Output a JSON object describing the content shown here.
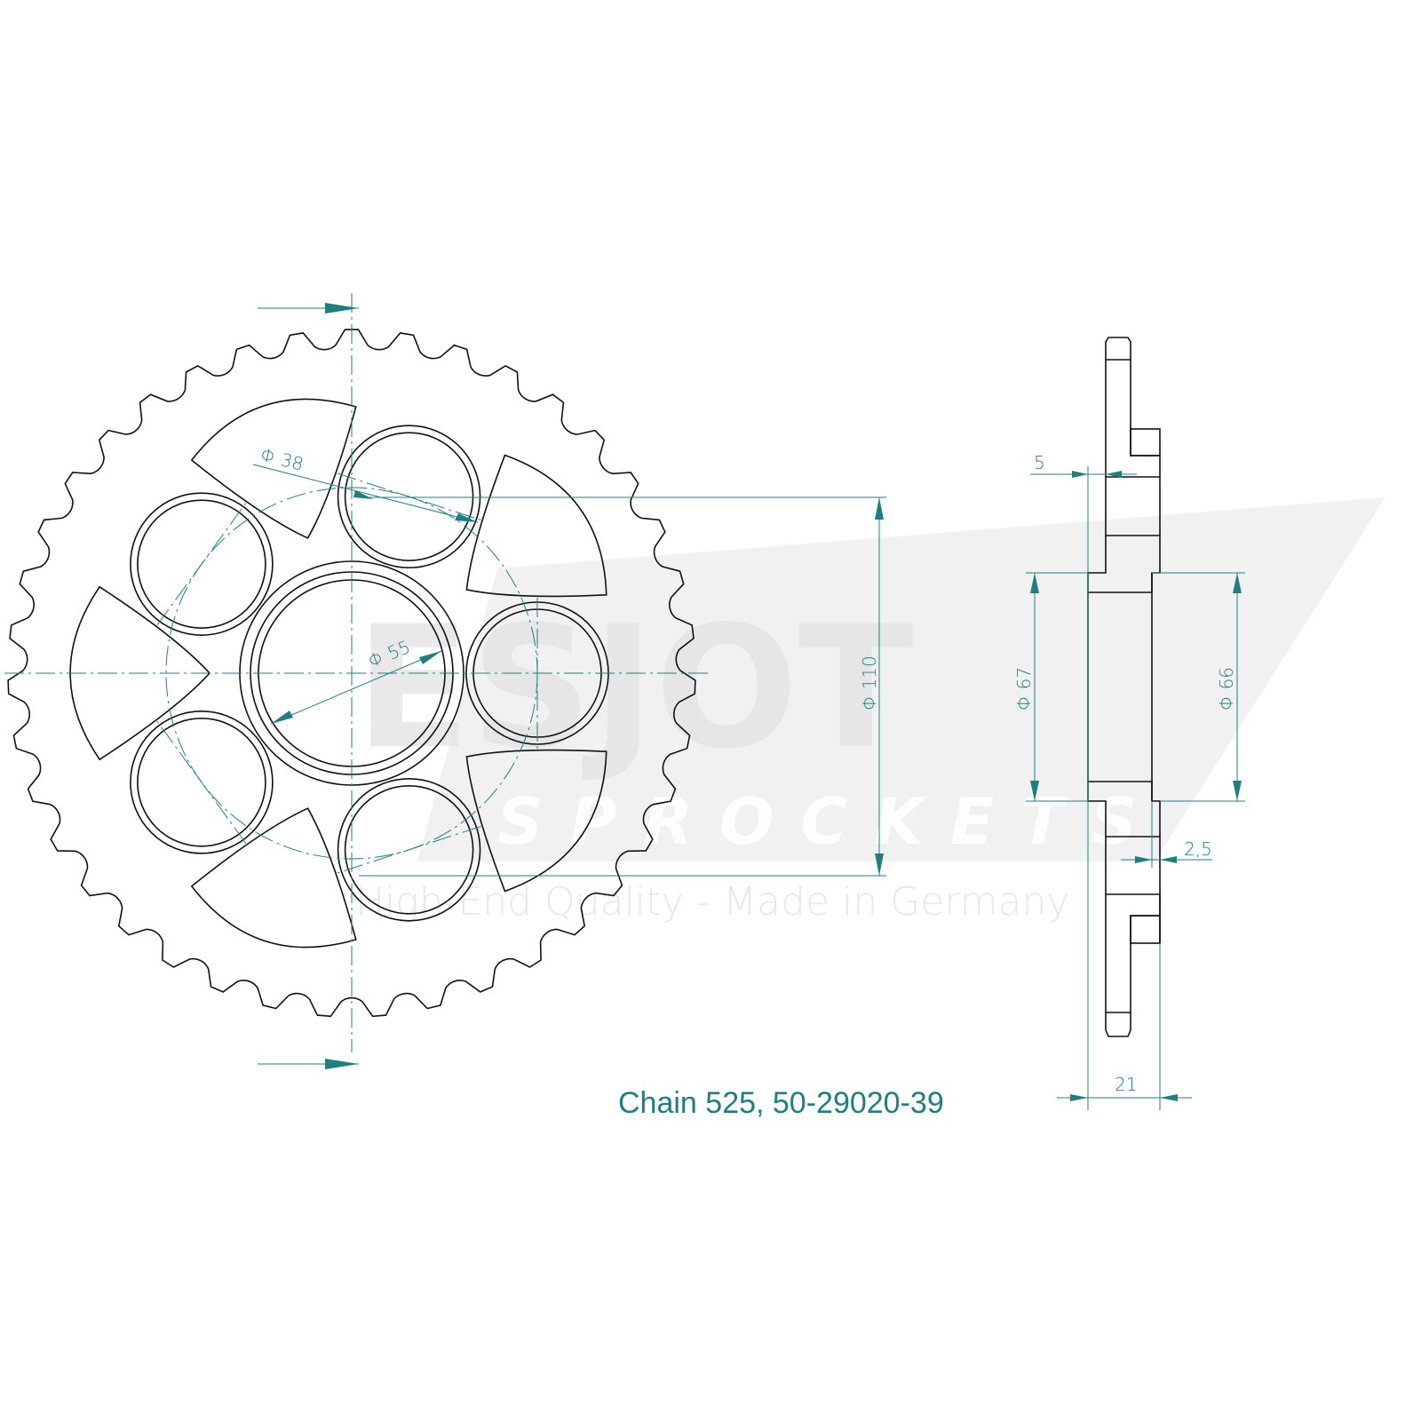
{
  "title": "Chain 525, 50-29020-39",
  "watermark": {
    "brand": "ESJOT",
    "sub": "SPROCKETS",
    "tagline": "High-End Quality - Made in Germany"
  },
  "dimensions": {
    "hole_dia": "Φ 38",
    "bore_dia": "Φ 55",
    "pcd": "Φ 110",
    "hub_dia_left": "Φ 67",
    "hub_dia_right": "Φ 66",
    "offset": "5",
    "step": "2,5",
    "width": "21"
  },
  "colors": {
    "dimension": "#1f7f80",
    "outline": "#111111",
    "watermark": "#e4e4e4"
  }
}
